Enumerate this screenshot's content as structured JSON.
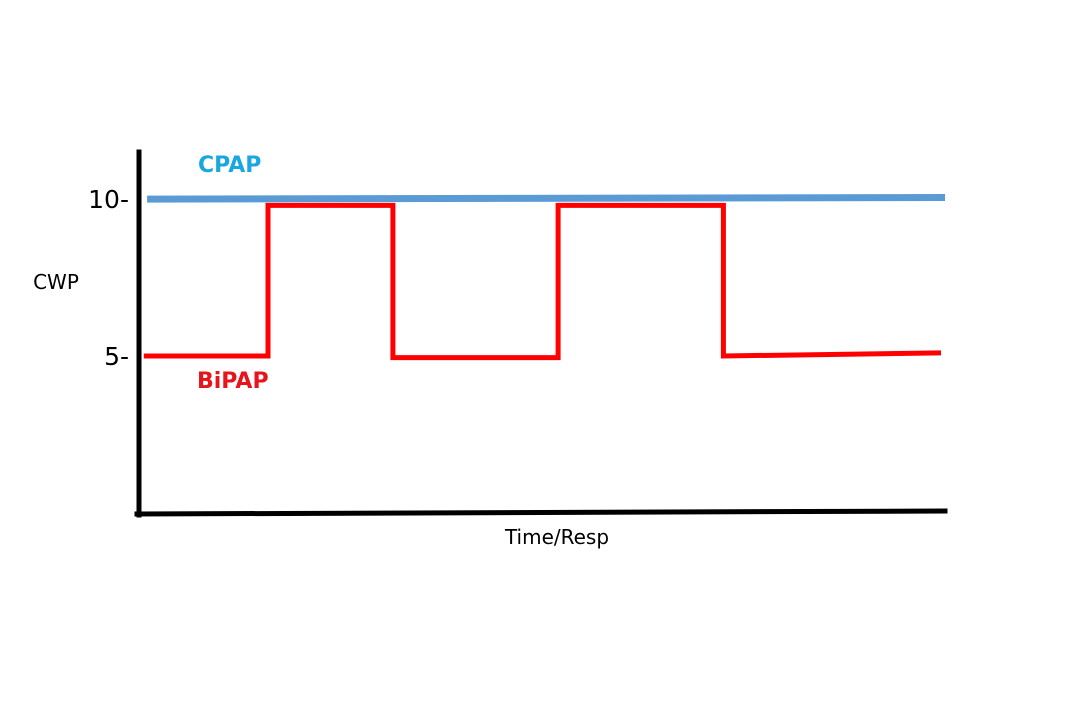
{
  "chart_data": {
    "type": "line",
    "xlabel": "Time/Resp",
    "ylabel": "CWP",
    "y_ticks": [
      {
        "value": 10,
        "label": "10-"
      },
      {
        "value": 5,
        "label": "5-"
      }
    ],
    "ylim": [
      0,
      11.5
    ],
    "xlim": [
      0,
      10
    ],
    "series": [
      {
        "name": "CPAP",
        "color": "#5b9bd5",
        "label_color": "#1aa7e0",
        "x": [
          0.1,
          10
        ],
        "y": [
          10,
          10.05
        ]
      },
      {
        "name": "BiPAP",
        "color": "#ff0000",
        "label_color": "#e8141b",
        "x": [
          0.06,
          1.6,
          1.6,
          3.15,
          3.15,
          5.2,
          5.2,
          7.25,
          7.25,
          9.95
        ],
        "y": [
          5,
          5,
          9.8,
          9.8,
          4.95,
          4.95,
          9.8,
          9.8,
          5,
          5.1
        ]
      }
    ],
    "grid": false,
    "legend": "none"
  }
}
